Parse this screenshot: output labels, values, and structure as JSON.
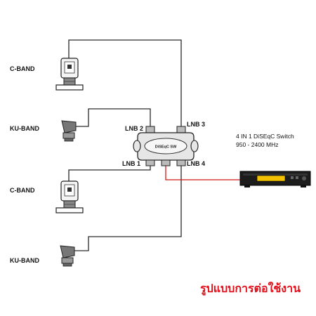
{
  "diagram": {
    "lnb_labels": {
      "cband_top": "C-BAND",
      "kuband_top": "KU-BAND",
      "cband_bottom": "C-BAND",
      "kuband_bottom": "KU-BAND"
    },
    "ports": {
      "lnb1": "LNB 1",
      "lnb2": "LNB 2",
      "lnb3": "LNB 3",
      "lnb4": "LNB 4"
    },
    "switch": {
      "body_text": "DiSEqC SW",
      "title": "4 IN 1 DiSEqC Switch",
      "frequency": "950 - 2400 MHz"
    },
    "caption": "รูปแบบการต่อใช้งาน",
    "colors": {
      "line": "#2a2a2a",
      "receiver_cable": "#d01818",
      "display": "#f2c200",
      "caption": "#e0101a"
    }
  }
}
